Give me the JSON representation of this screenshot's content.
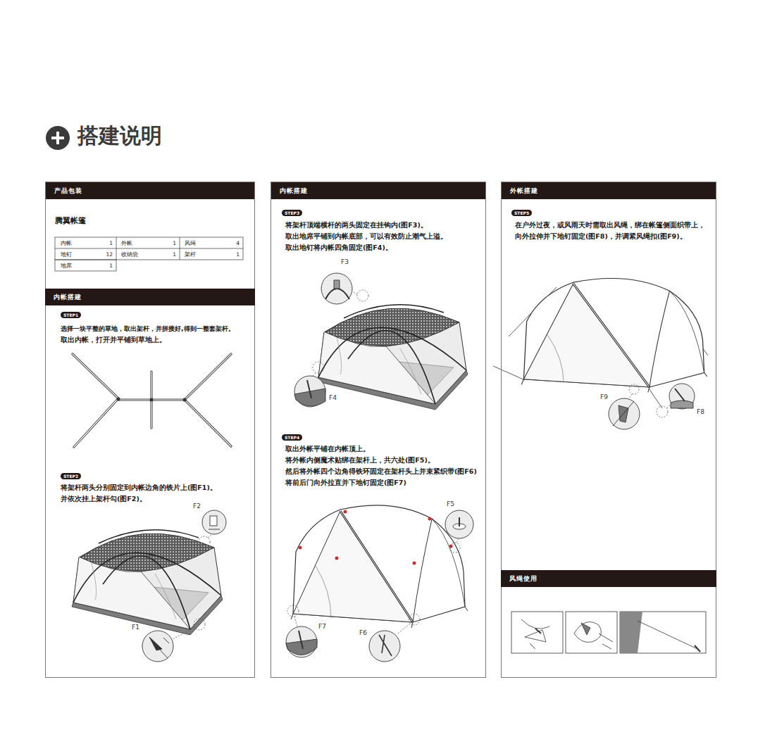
{
  "diagram": {
    "title": "搭建说明",
    "nodes": [
      {
        "text": [
          "产品包装"
        ]
      },
      {
        "text": [
          "内帐搭建"
        ],
        "in": 0
      },
      {
        "text": [
          "STEP1"
        ],
        "in": 0
      },
      {
        "text": [
          "STEP2"
        ],
        "in": 0
      },
      {
        "text": [
          "内帐搭建"
        ]
      },
      {
        "text": [
          "STEP3"
        ],
        "in": 4
      },
      {
        "text": [
          "STEP4"
        ],
        "in": 4
      },
      {
        "text": [
          "外帐搭建"
        ]
      },
      {
        "text": [
          "STEP5"
        ],
        "in": 7
      },
      {
        "text": [
          "风绳使用"
        ],
        "in": 7
      }
    ],
    "labels": [
      "腾翼帐篷",
      "内帐",
      "1",
      "外帐",
      "1",
      "风绳",
      "4",
      "地钉",
      "12",
      "收纳袋",
      "1",
      "架杆",
      "1",
      "地席",
      "1",
      "选择一块平整的草地，取出架杆，并拼接好,得到一整套架杆。",
      "取出内帐，打开并平铺到草地上。",
      "将架杆两头分别固定到内帐边角的铁片上(图F1)。",
      "并依次挂上架杆勾(图F2)。",
      "F2",
      "F1",
      "将架杆顶端横杆的两头固定在挂钩内(图F3)。",
      "取出地席平铺到内帐底部，可以有效防止潮气上溢。",
      "取出地钉将内帐四角固定(图F4)。",
      "F3",
      "F4",
      "取出外帐平铺在内帐顶上。",
      "将外帐内侧魔术贴绑在架杆上，共六处(图F5)。",
      "然后将外帐四个边角得铁环固定在架杆头上并束紧织带(图F6)",
      "将前后门向外拉直并下地钉固定(图F7)",
      "F5",
      "F7",
      "F6",
      "在户外过夜，或风雨天时需取出风绳，绑在帐篷侧面织带上，",
      "向外拉伸并下地钉固定(图F8)，并调紧风绳扣(图F9)。",
      "F9",
      "F8"
    ]
  }
}
